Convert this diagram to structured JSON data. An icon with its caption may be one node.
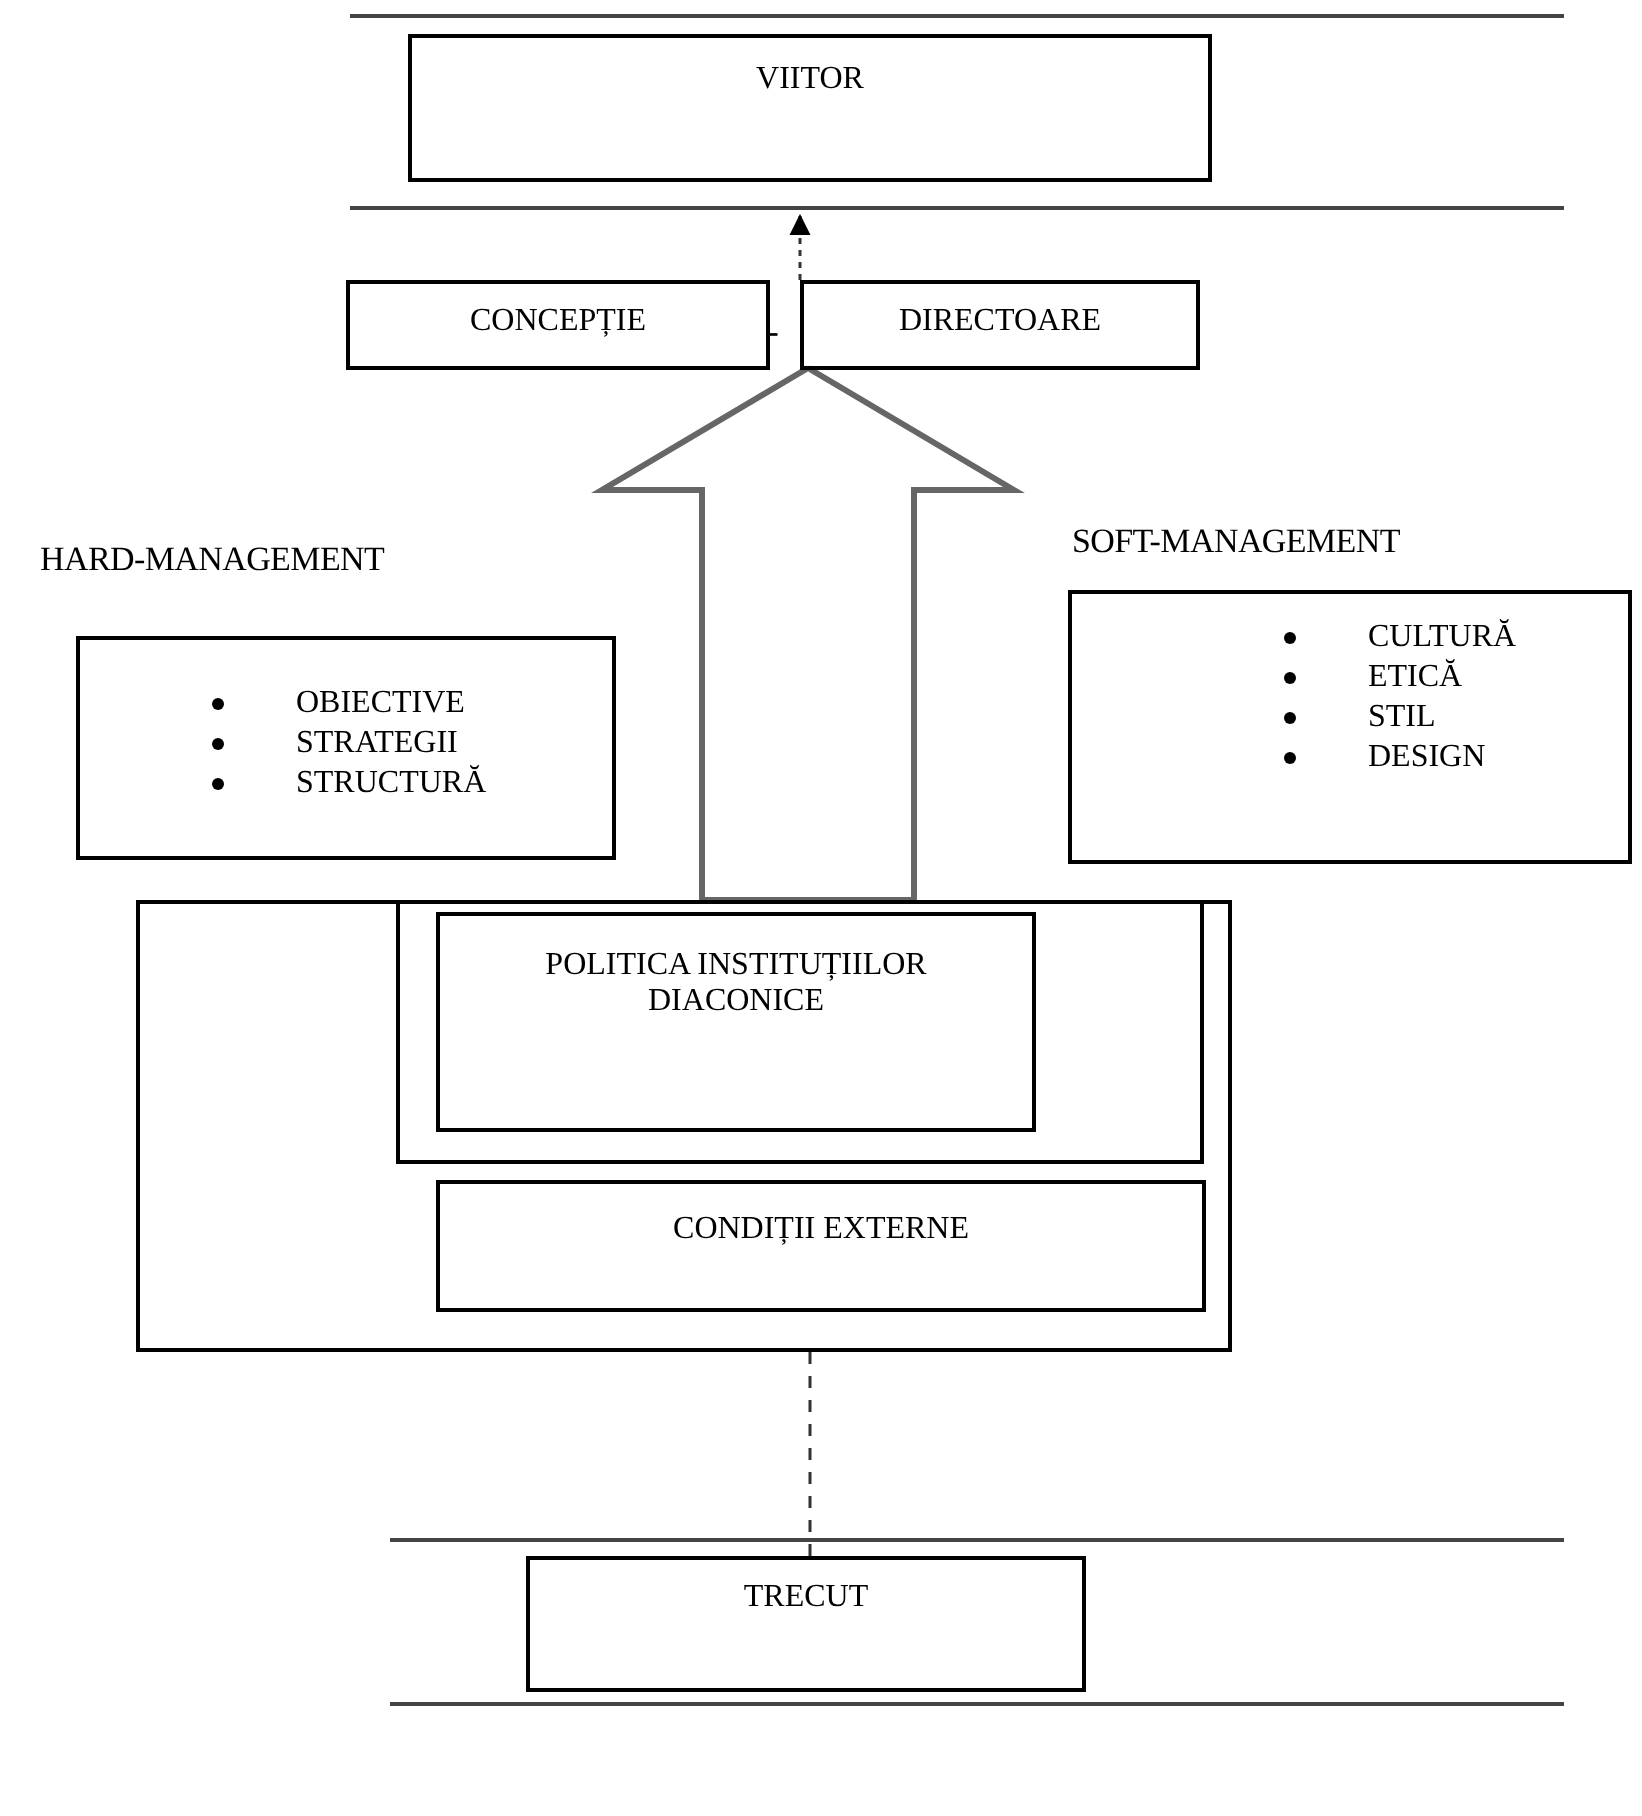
{
  "diagram": {
    "nodes": [
      {
        "text": [
          "VIITOR"
        ]
      },
      {
        "text": [
          "CONCEPȚIE"
        ]
      },
      {
        "text": [
          "DIRECTOARE"
        ]
      },
      {
        "text": [
          "HARD-MANAGEMENT",
          "OBIECTIVE",
          "STRATEGII",
          "STRUCTURĂ"
        ]
      },
      {
        "text": [
          "SOFT-MANAGEMENT",
          "CULTURĂ",
          "ETICĂ",
          "STIL",
          "DESIGN"
        ]
      },
      {
        "text": [],
        "shape": "box"
      },
      {
        "text": [],
        "shape": "box",
        "in": 5
      },
      {
        "text": [
          "POLITICA INSTITUȚIILOR DIACONICE"
        ],
        "in": 6
      },
      {
        "text": [
          "CONDIȚII EXTERNE"
        ],
        "in": 5
      },
      {
        "text": [
          "TRECUT"
        ]
      }
    ],
    "edges": [
      {
        "from": 2,
        "to": 0,
        "arrow": "to",
        "style": "dashed"
      },
      {
        "from": 6,
        "to": 2,
        "arrow": "to",
        "style": "thick"
      },
      {
        "from": 9,
        "to": 5,
        "arrow": "none",
        "style": "dashed"
      }
    ],
    "labels": [
      "-"
    ]
  }
}
